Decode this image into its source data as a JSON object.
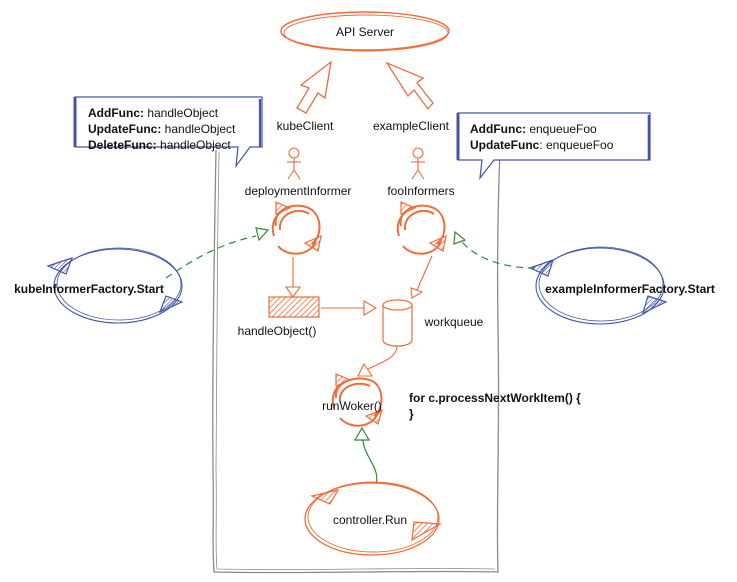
{
  "colors": {
    "orange": "#ef6c3a",
    "blue": "#4355a8",
    "green": "#2d8a3a",
    "gray": "#8a8a8a",
    "note_fill": "#ffffff"
  },
  "nodes": {
    "api_server": "API  Server",
    "kube_client": "kubeClient",
    "example_client": "exampleClient",
    "deployment_informer": "deploymentInformer",
    "foo_informers": "fooInformers",
    "handle_object": "handleObject()",
    "workqueue": "workqueue",
    "run_worker": "runWoker()",
    "process_line1": "for c.processNextWorkItem() {",
    "process_line2": "}",
    "controller_run": "controller.Run",
    "kube_factory": "kubeInformerFactory.Start",
    "example_factory": "exampleInformerFactory.Start"
  },
  "notes": {
    "left": [
      {
        "key": "AddFunc:",
        "value": " handleObject"
      },
      {
        "key": "UpdateFunc:",
        "value": " handleObject"
      },
      {
        "key": "DeleteFunc:",
        "value": " handleObject"
      }
    ],
    "right": [
      {
        "key": "AddFunc:",
        "value": " enqueueFoo"
      },
      {
        "key": "UpdateFunc",
        "value": ": enqueueFoo"
      }
    ]
  }
}
